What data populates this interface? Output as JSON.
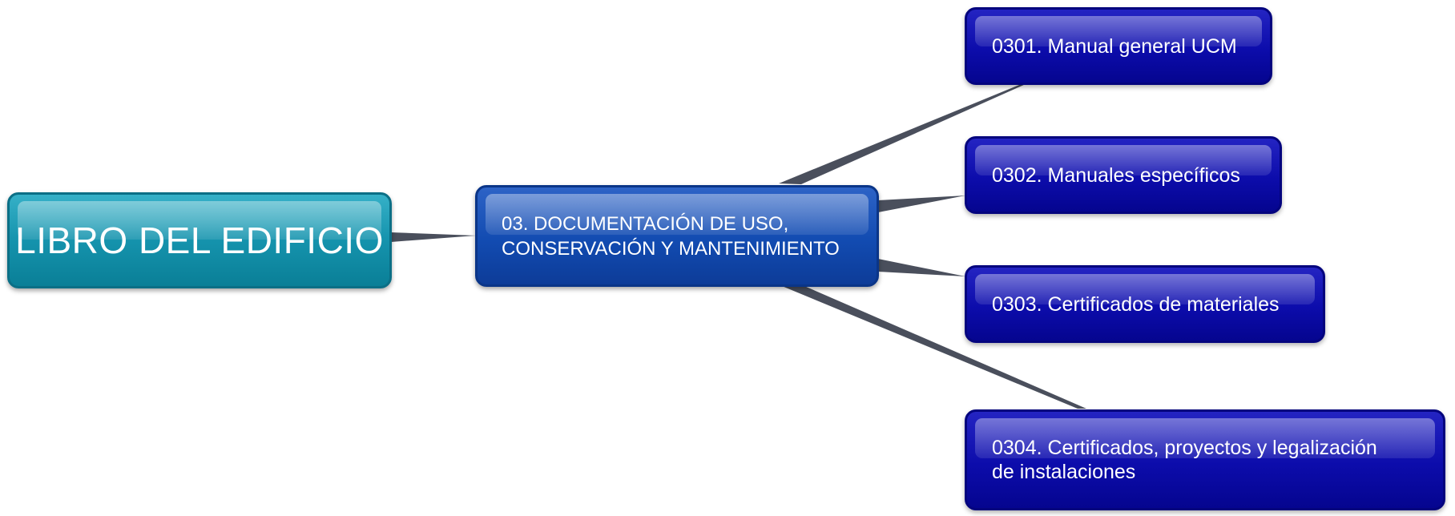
{
  "diagram": {
    "type": "mind-map",
    "root": {
      "label": "LIBRO DEL EDIFICIO"
    },
    "main_branch": {
      "label": "03. DOCUMENTACIÓN DE USO,\nCONSERVACIÓN Y MANTENIMIENTO"
    },
    "children": [
      {
        "label": "0301. Manual general UCM"
      },
      {
        "label": "0302. Manuales específicos"
      },
      {
        "label": "0303. Certificados de materiales"
      },
      {
        "label": "0304. Certificados, proyectos y legalización\nde instalaciones"
      }
    ],
    "colors": {
      "root": "#1593ad",
      "main_branch": "#124bb1",
      "children": "#0c0cab",
      "connector": "#4a4f5c"
    }
  }
}
